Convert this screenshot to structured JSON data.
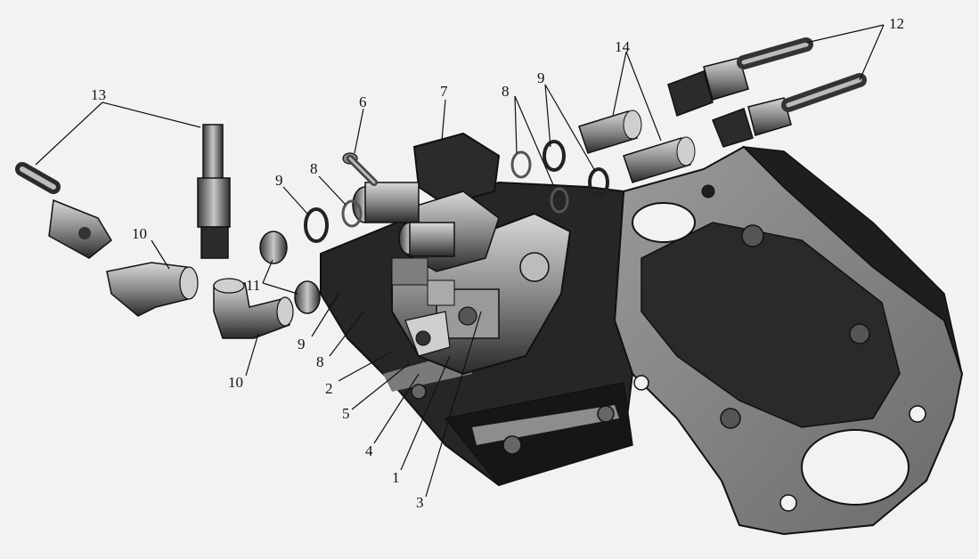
{
  "diagram": {
    "callouts": [
      {
        "id": "c1",
        "text": "1"
      },
      {
        "id": "c2",
        "text": "2"
      },
      {
        "id": "c3",
        "text": "3"
      },
      {
        "id": "c4",
        "text": "4"
      },
      {
        "id": "c5",
        "text": "5"
      },
      {
        "id": "c6",
        "text": "6"
      },
      {
        "id": "c7",
        "text": "7"
      },
      {
        "id": "c8a",
        "text": "8"
      },
      {
        "id": "c8b",
        "text": "8"
      },
      {
        "id": "c8c",
        "text": "8"
      },
      {
        "id": "c9a",
        "text": "9"
      },
      {
        "id": "c9b",
        "text": "9"
      },
      {
        "id": "c9c",
        "text": "9"
      },
      {
        "id": "c10a",
        "text": "10"
      },
      {
        "id": "c10b",
        "text": "10"
      },
      {
        "id": "c11",
        "text": "11"
      },
      {
        "id": "c12",
        "text": "12"
      },
      {
        "id": "c13",
        "text": "13"
      },
      {
        "id": "c14",
        "text": "14"
      }
    ],
    "colors": {
      "background": "#f2f2f2",
      "metal_dark": "#1c1c1c",
      "metal_mid": "#6e6e6e",
      "metal_light": "#b8b8b8",
      "ink": "#111111"
    }
  }
}
